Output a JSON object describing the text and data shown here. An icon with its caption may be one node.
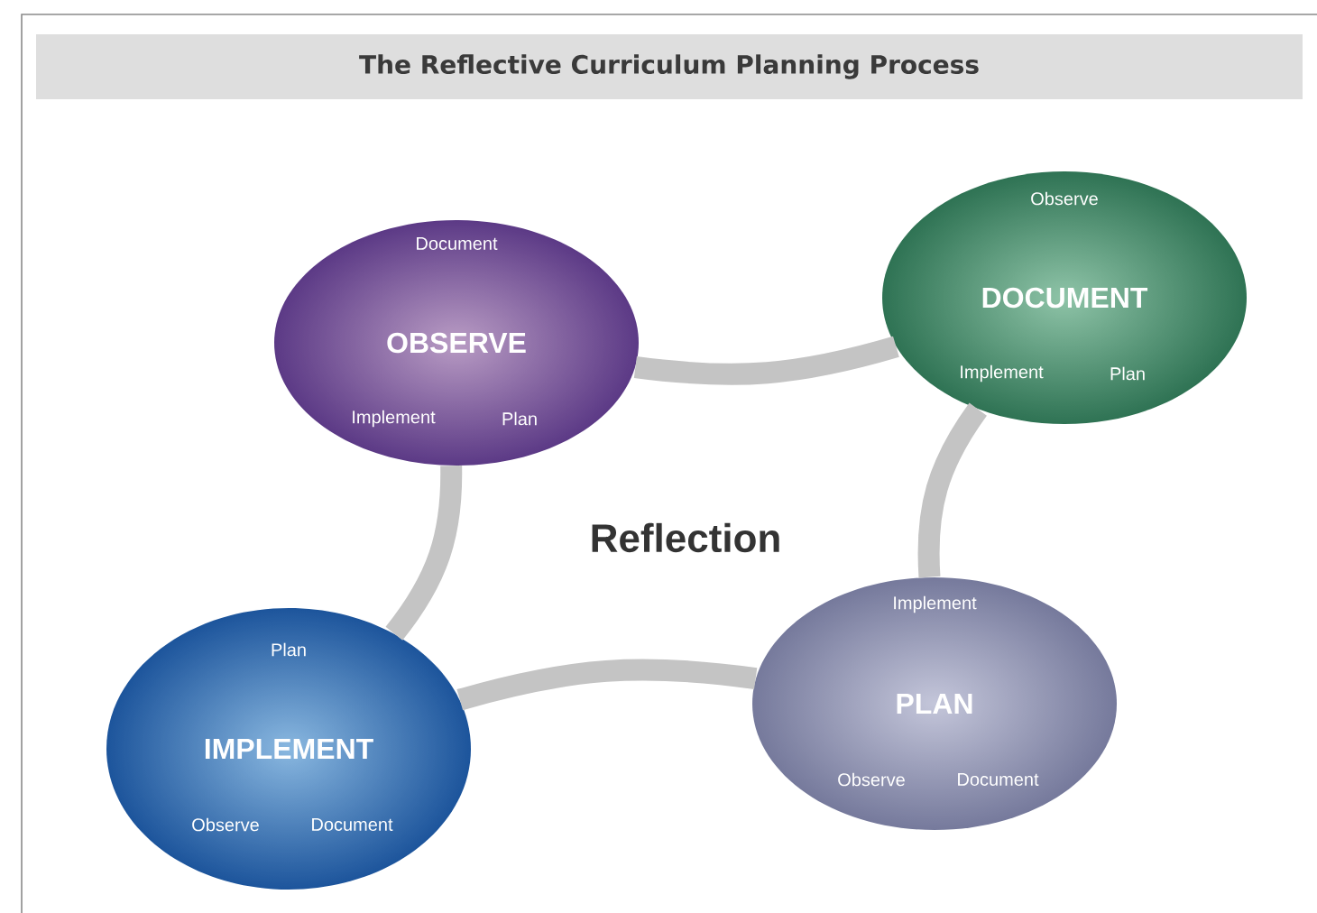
{
  "diagram": {
    "title": "The Reflective Curriculum Planning Process",
    "nodes": [
      {
        "text": [
          "Document",
          "OBSERVE",
          "Implement",
          "Plan"
        ]
      },
      {
        "text": [
          "Observe",
          "DOCUMENT",
          "Implement",
          "Plan"
        ]
      },
      {
        "text": [
          "Plan",
          "IMPLEMENT",
          "Observe",
          "Document"
        ]
      },
      {
        "text": [
          "Implement",
          "PLAN",
          "Observe",
          "Document"
        ]
      }
    ],
    "edges": [
      {
        "from": 0,
        "to": 1,
        "arrow": "none"
      },
      {
        "from": 1,
        "to": 3,
        "arrow": "none"
      },
      {
        "from": 3,
        "to": 2,
        "arrow": "none"
      },
      {
        "from": 2,
        "to": 0,
        "arrow": "none"
      }
    ],
    "labels": [
      "Reflection"
    ]
  }
}
